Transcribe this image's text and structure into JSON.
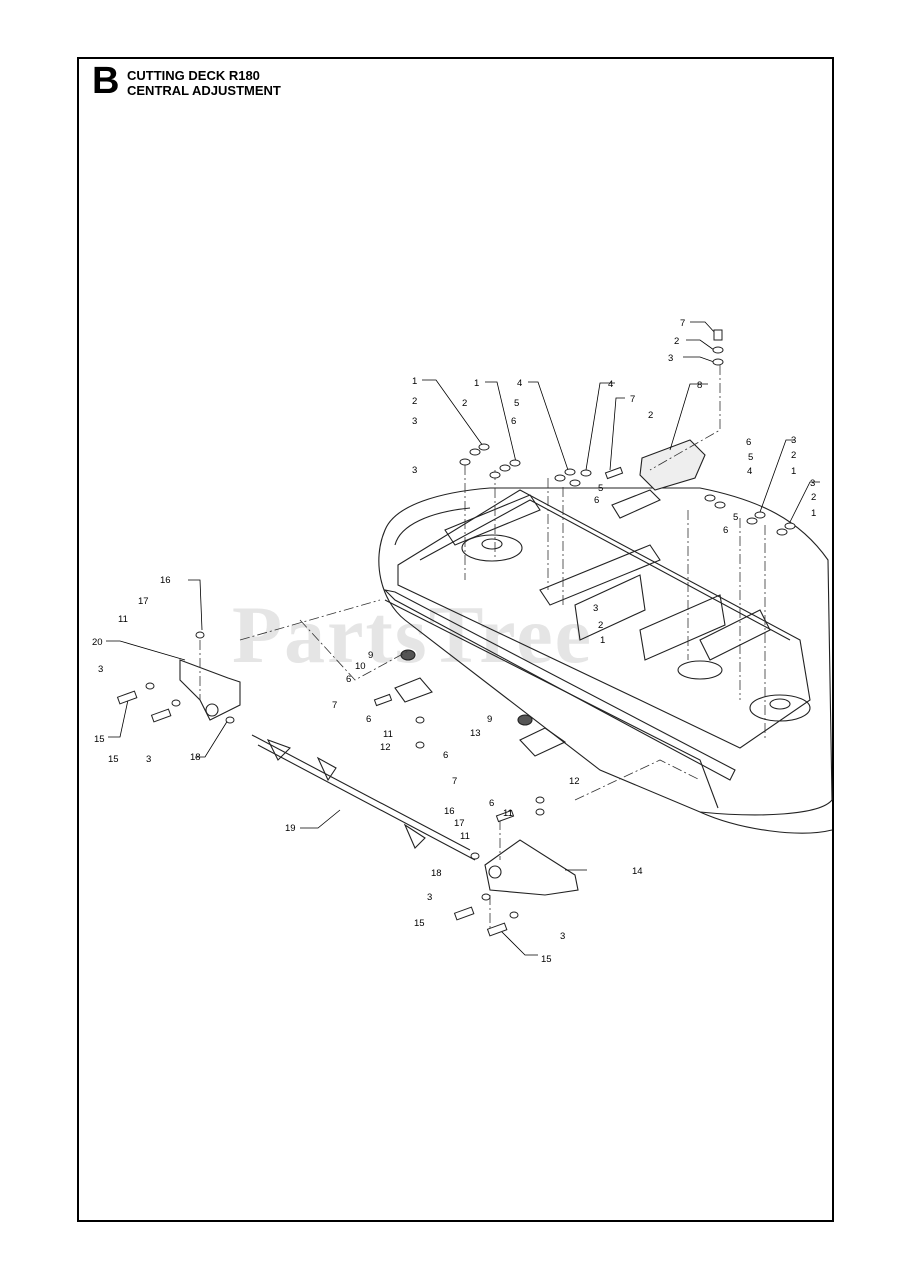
{
  "header": {
    "section_letter": "B",
    "title_line1": "CUTTING DECK R180",
    "title_line2": "CENTRAL ADJUSTMENT"
  },
  "watermark": {
    "text": "PartsTree"
  },
  "callouts": [
    {
      "id": "c7a",
      "label": "7"
    },
    {
      "id": "c2a",
      "label": "2"
    },
    {
      "id": "c3a",
      "label": "3"
    },
    {
      "id": "c1a",
      "label": "1"
    },
    {
      "id": "c2b",
      "label": "2"
    },
    {
      "id": "c3b",
      "label": "3"
    },
    {
      "id": "c3c",
      "label": "3"
    },
    {
      "id": "c1b",
      "label": "1"
    },
    {
      "id": "c2c",
      "label": "2"
    },
    {
      "id": "c4a",
      "label": "4"
    },
    {
      "id": "c5a",
      "label": "5"
    },
    {
      "id": "c6a",
      "label": "6"
    },
    {
      "id": "c4b",
      "label": "4"
    },
    {
      "id": "c5b",
      "label": "5"
    },
    {
      "id": "c6b",
      "label": "6"
    },
    {
      "id": "c7b",
      "label": "7"
    },
    {
      "id": "c2d",
      "label": "2"
    },
    {
      "id": "c8",
      "label": "8"
    },
    {
      "id": "c6c",
      "label": "6"
    },
    {
      "id": "c5c",
      "label": "5"
    },
    {
      "id": "c4c",
      "label": "4"
    },
    {
      "id": "c5d",
      "label": "5"
    },
    {
      "id": "c6d",
      "label": "6"
    },
    {
      "id": "c3d",
      "label": "3"
    },
    {
      "id": "c2e",
      "label": "2"
    },
    {
      "id": "c1c",
      "label": "1"
    },
    {
      "id": "c3e",
      "label": "3"
    },
    {
      "id": "c2f",
      "label": "2"
    },
    {
      "id": "c1d",
      "label": "1"
    },
    {
      "id": "c3f",
      "label": "3"
    },
    {
      "id": "c2g",
      "label": "2"
    },
    {
      "id": "c1e",
      "label": "1"
    },
    {
      "id": "c16a",
      "label": "16"
    },
    {
      "id": "c17a",
      "label": "17"
    },
    {
      "id": "c11a",
      "label": "11"
    },
    {
      "id": "c20",
      "label": "20"
    },
    {
      "id": "c3g",
      "label": "3"
    },
    {
      "id": "c15a",
      "label": "15"
    },
    {
      "id": "c15b",
      "label": "15"
    },
    {
      "id": "c3h",
      "label": "3"
    },
    {
      "id": "c18a",
      "label": "18"
    },
    {
      "id": "c9a",
      "label": "9"
    },
    {
      "id": "c10",
      "label": "10"
    },
    {
      "id": "c6e",
      "label": "6"
    },
    {
      "id": "c7c",
      "label": "7"
    },
    {
      "id": "c6f",
      "label": "6"
    },
    {
      "id": "c11b",
      "label": "11"
    },
    {
      "id": "c12a",
      "label": "12"
    },
    {
      "id": "c9b",
      "label": "9"
    },
    {
      "id": "c13",
      "label": "13"
    },
    {
      "id": "c6g",
      "label": "6"
    },
    {
      "id": "c7d",
      "label": "7"
    },
    {
      "id": "c6h",
      "label": "6"
    },
    {
      "id": "c12b",
      "label": "12"
    },
    {
      "id": "c11c",
      "label": "11"
    },
    {
      "id": "c19",
      "label": "19"
    },
    {
      "id": "c16b",
      "label": "16"
    },
    {
      "id": "c17b",
      "label": "17"
    },
    {
      "id": "c11d",
      "label": "11"
    },
    {
      "id": "c18b",
      "label": "18"
    },
    {
      "id": "c14",
      "label": "14"
    },
    {
      "id": "c3i",
      "label": "3"
    },
    {
      "id": "c15c",
      "label": "15"
    },
    {
      "id": "c3j",
      "label": "3"
    },
    {
      "id": "c15d",
      "label": "15"
    }
  ]
}
